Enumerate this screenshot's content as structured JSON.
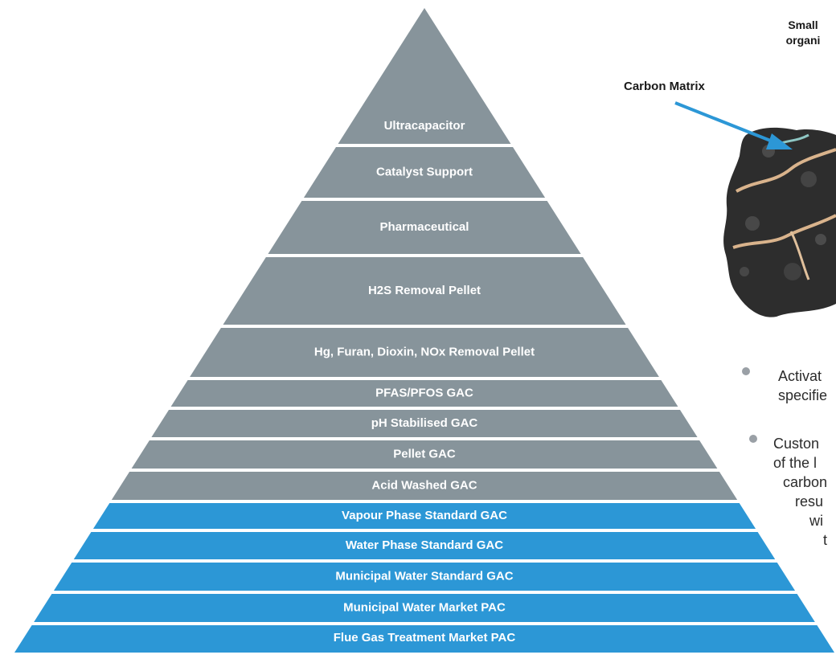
{
  "pyramid": {
    "colors": {
      "specialty": "#87949b",
      "standard": "#2c97d6"
    },
    "bands": [
      {
        "label": "Ultracapacitor",
        "tier": "specialty"
      },
      {
        "label": "Catalyst Support",
        "tier": "specialty"
      },
      {
        "label": "Pharmaceutical",
        "tier": "specialty"
      },
      {
        "label": "H2S Removal Pellet",
        "tier": "specialty"
      },
      {
        "label": "Hg, Furan, Dioxin, NOx Removal Pellet",
        "tier": "specialty"
      },
      {
        "label": "PFAS/PFOS GAC",
        "tier": "specialty"
      },
      {
        "label": "pH Stabilised GAC",
        "tier": "specialty"
      },
      {
        "label": "Pellet GAC",
        "tier": "specialty"
      },
      {
        "label": "Acid Washed GAC",
        "tier": "specialty"
      },
      {
        "label": "Vapour Phase Standard GAC",
        "tier": "standard"
      },
      {
        "label": "Water Phase Standard GAC",
        "tier": "standard"
      },
      {
        "label": "Municipal Water Standard GAC",
        "tier": "standard"
      },
      {
        "label": "Municipal Water Market PAC",
        "tier": "standard"
      },
      {
        "label": "Flue Gas Treatment Market PAC",
        "tier": "standard"
      }
    ]
  },
  "illustration": {
    "carbon_matrix_label": "Carbon Matrix",
    "small_organic_label_line1": "Small",
    "small_organic_label_line2": "organi",
    "arrow_color": "#2c97d6"
  },
  "bullets": [
    {
      "lines": [
        "Activat",
        "specifie"
      ]
    },
    {
      "lines": [
        "Custon",
        "of the l",
        "carbon",
        "resu",
        "wi",
        "t"
      ]
    }
  ]
}
